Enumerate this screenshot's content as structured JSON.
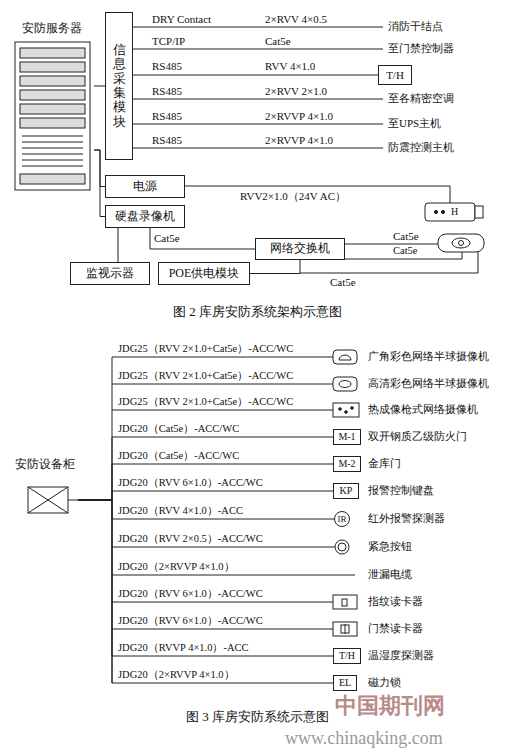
{
  "diagram": {
    "caption": "图 2 库房安防系统架构示意图",
    "nodes": [
      {
        "text": [
          "安防服务器"
        ]
      },
      {
        "text": [
          "信息采集模块"
        ]
      },
      {
        "text": [
          "T/H"
        ]
      },
      {
        "text": [
          "电源"
        ]
      },
      {
        "text": [
          "硬盘录像机"
        ]
      },
      {
        "text": [
          "网络交换机"
        ]
      },
      {
        "text": [
          "监视示器"
        ]
      },
      {
        "text": [
          "POE供电模块"
        ]
      },
      {
        "text": [
          "安防设备柜"
        ]
      },
      {
        "text": [
          "M-1"
        ]
      },
      {
        "text": [
          "M-2"
        ]
      },
      {
        "text": [
          "KP"
        ]
      },
      {
        "text": [
          "IR"
        ]
      },
      {
        "text": [
          "T/H"
        ]
      },
      {
        "text": [
          "EL"
        ]
      }
    ],
    "edges": [
      {
        "from": 0,
        "to": 1,
        "arrow": "none"
      },
      {
        "from": 1,
        "to": 2,
        "arrow": "none"
      },
      {
        "from": 0,
        "to": 3,
        "arrow": "none"
      },
      {
        "from": 0,
        "to": 4,
        "arrow": "none"
      },
      {
        "from": 4,
        "to": 6,
        "arrow": "none"
      },
      {
        "from": 4,
        "to": 5,
        "label": "Cat5e",
        "arrow": "none"
      },
      {
        "from": 7,
        "to": 5,
        "arrow": "none"
      },
      {
        "from": 8,
        "to": 9,
        "arrow": "none"
      },
      {
        "from": 8,
        "to": 10,
        "arrow": "none"
      },
      {
        "from": 8,
        "to": 11,
        "arrow": "none"
      },
      {
        "from": 8,
        "to": 12,
        "arrow": "none"
      },
      {
        "from": 8,
        "to": 13,
        "arrow": "none"
      },
      {
        "from": 8,
        "to": 14,
        "arrow": "none"
      }
    ],
    "labels": [
      "DRY Contact",
      "TCP/IP",
      "RS485",
      "RS485",
      "RS485",
      "RS485",
      "2×RVV  4×0.5",
      "Cat5e",
      "RVV  4×1.0",
      "2×RVV  2×1.0",
      "2×RVVP  4×1.0",
      "2×RVVP  4×1.0",
      "消防干结点",
      "至门禁控制器",
      "至各精密空调",
      "至UPS主机",
      "防震控测主机",
      "RVV2×1.0（24V AC）",
      "Cat5e",
      "Cat5e",
      "Cat5e",
      "H",
      "JDG25（RVV 2×1.0+Cat5e）-ACC/WC",
      "JDG25（RVV 2×1.0+Cat5e）-ACC/WC",
      "JDG25（RVV 2×1.0+Cat5e）-ACC/WC",
      "JDG20（Cat5e）-ACC/WC",
      "JDG20（Cat5e）-ACC/WC",
      "JDG20（RVV 6×1.0）-ACC/WC",
      "JDG20（RVV 4×1.0）-ACC",
      "JDG20（RVV 2×0.5）-ACC/WC",
      "JDG20（2×RVVP 4×1.0）",
      "JDG20（RVV 6×1.0）-ACC/WC",
      "JDG20（RVV 6×1.0）-ACC/WC",
      "JDG20（RVVP 4×1.0）-ACC",
      "JDG20（2×RVVP 4×1.0）",
      "广角彩色网络半球摄像机",
      "高清彩色网络半球摄像机",
      "热成像枪式网络摄像机",
      "双开钢质乙级防火门",
      "金库门",
      "报警控制键盘",
      "红外报警探测器",
      "紧急按钮",
      "泄漏电缆",
      "指纹读卡器",
      "门禁读卡器",
      "温湿度探测器",
      "磁力锁",
      "图 3 库房安防系统示意图",
      "中国期刊网",
      "www.chinaqking.com"
    ]
  }
}
